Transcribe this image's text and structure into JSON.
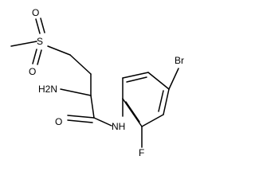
{
  "molecule": {
    "labels": {
      "sulfur": "S",
      "oxygen_top": "O",
      "oxygen_bottom": "O",
      "amine": "H2N",
      "carbonyl_oxygen": "O",
      "amide_nh": "NH",
      "bromine": "Br",
      "fluorine": "F"
    }
  }
}
